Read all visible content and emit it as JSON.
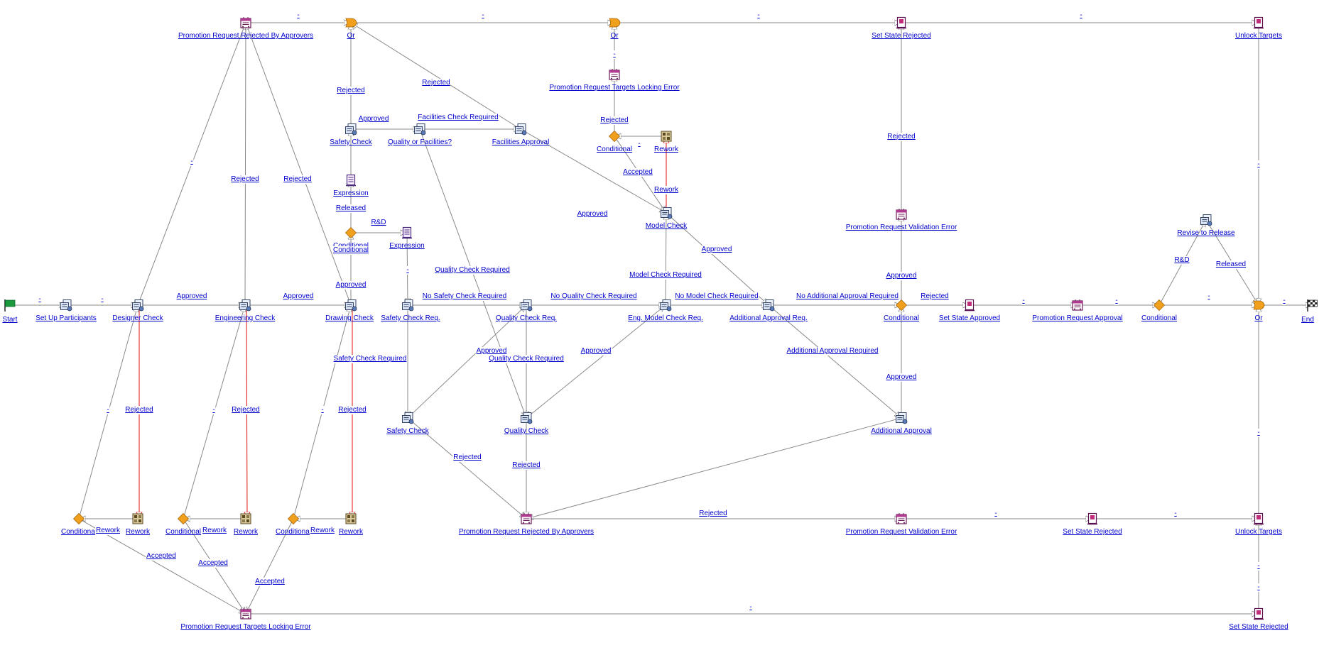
{
  "colors": {
    "link": "#0000cc",
    "edge": "#8a8a8a",
    "rework_edge": "#e01010",
    "conditional": "#f0a01c",
    "or_gate": "#f0a01c",
    "start_flag": "#1a9a3c"
  },
  "nodes": [
    {
      "id": "start",
      "type": "start",
      "icon": "start-flag-icon",
      "label": "Start"
    },
    {
      "id": "setup",
      "type": "activity",
      "icon": "activity-icon",
      "label": "Set Up Participants"
    },
    {
      "id": "designer",
      "type": "activity",
      "icon": "activity-icon",
      "label": "Designer Check"
    },
    {
      "id": "engineering",
      "type": "activity",
      "icon": "activity-icon",
      "label": "Engineering Check"
    },
    {
      "id": "drawing",
      "type": "activity",
      "icon": "activity-icon",
      "label": "Drawing Check"
    },
    {
      "id": "safetyreq",
      "type": "activity",
      "icon": "activity-icon",
      "label": "Safety Check Req."
    },
    {
      "id": "qualityreq",
      "type": "activity",
      "icon": "activity-icon",
      "label": "Quality Check Req."
    },
    {
      "id": "engmodelreq",
      "type": "activity",
      "icon": "activity-icon",
      "label": "Eng. Model Check Req."
    },
    {
      "id": "addlreq",
      "type": "activity",
      "icon": "activity-icon",
      "label": "Additional Approval Req."
    },
    {
      "id": "cond_main",
      "type": "conditional",
      "icon": "conditional-diamond-icon",
      "label": "Conditional"
    },
    {
      "id": "setapproved",
      "type": "setstate",
      "icon": "set-state-icon",
      "label": "Set State Approved"
    },
    {
      "id": "pr_approval",
      "type": "notification",
      "icon": "notification-icon",
      "label": "Promotion Request Approval"
    },
    {
      "id": "cond_release",
      "type": "conditional",
      "icon": "conditional-diamond-icon",
      "label": "Conditional"
    },
    {
      "id": "or_end",
      "type": "or",
      "icon": "or-gate-icon",
      "label": "Or"
    },
    {
      "id": "end",
      "type": "end",
      "icon": "end-flag-icon",
      "label": "End"
    },
    {
      "id": "revise",
      "type": "activity",
      "icon": "activity-icon",
      "label": "Revise to Release"
    },
    {
      "id": "pr_rej_top",
      "type": "notification",
      "icon": "notification-icon",
      "label": "Promotion Request Rejected By Approvers"
    },
    {
      "id": "or1",
      "type": "or",
      "icon": "or-gate-icon",
      "label": "Or"
    },
    {
      "id": "or2",
      "type": "or",
      "icon": "or-gate-icon",
      "label": "Or"
    },
    {
      "id": "setrej_top",
      "type": "setstate",
      "icon": "set-state-icon",
      "label": "Set State Rejected"
    },
    {
      "id": "unlock_top",
      "type": "setstate",
      "icon": "set-state-icon",
      "label": "Unlock Targets"
    },
    {
      "id": "safetycheck_top",
      "type": "activity",
      "icon": "activity-icon",
      "label": "Safety Check"
    },
    {
      "id": "qualorfac",
      "type": "activity",
      "icon": "activity-icon",
      "label": "Quality or Facilities?"
    },
    {
      "id": "facilities",
      "type": "activity",
      "icon": "activity-icon",
      "label": "Facilities Approval"
    },
    {
      "id": "expr1",
      "type": "expression",
      "icon": "expression-icon",
      "label": "Expression"
    },
    {
      "id": "cond_rd",
      "type": "conditional",
      "icon": "conditional-diamond-icon",
      "label": "Conditional"
    },
    {
      "id": "expr2",
      "type": "expression",
      "icon": "expression-icon",
      "label": "Expression"
    },
    {
      "id": "pr_lockerr_top",
      "type": "notification",
      "icon": "notification-icon",
      "label": "Promotion Request Targets Locking Error"
    },
    {
      "id": "cond_model",
      "type": "conditional",
      "icon": "conditional-diamond-icon",
      "label": "Conditional"
    },
    {
      "id": "rework_model",
      "type": "rework",
      "icon": "rework-icon",
      "label": "Rework"
    },
    {
      "id": "modelcheck",
      "type": "activity",
      "icon": "activity-icon",
      "label": "Model Check"
    },
    {
      "id": "pr_valerr_top",
      "type": "notification",
      "icon": "notification-icon",
      "label": "Promotion Request Validation Error"
    },
    {
      "id": "safetycheck_bot",
      "type": "activity",
      "icon": "activity-icon",
      "label": "Safety Check"
    },
    {
      "id": "qualitycheck",
      "type": "activity",
      "icon": "activity-icon",
      "label": "Quality Check"
    },
    {
      "id": "addlapproval",
      "type": "activity",
      "icon": "activity-icon",
      "label": "Additional Approval"
    },
    {
      "id": "cond_d",
      "type": "conditional",
      "icon": "conditional-diamond-icon",
      "label": "Conditional"
    },
    {
      "id": "rework_d",
      "type": "rework",
      "icon": "rework-icon",
      "label": "Rework"
    },
    {
      "id": "cond_e",
      "type": "conditional",
      "icon": "conditional-diamond-icon",
      "label": "Conditional"
    },
    {
      "id": "rework_e",
      "type": "rework",
      "icon": "rework-icon",
      "label": "Rework"
    },
    {
      "id": "cond_dr",
      "type": "conditional",
      "icon": "conditional-diamond-icon",
      "label": "Conditional"
    },
    {
      "id": "rework_dr",
      "type": "rework",
      "icon": "rework-icon",
      "label": "Rework"
    },
    {
      "id": "pr_rej_bot",
      "type": "notification",
      "icon": "notification-icon",
      "label": "Promotion Request Rejected By Approvers"
    },
    {
      "id": "pr_valerr_bot",
      "type": "notification",
      "icon": "notification-icon",
      "label": "Promotion Request Validation Error"
    },
    {
      "id": "setrej_bot",
      "type": "setstate",
      "icon": "set-state-icon",
      "label": "Set State Rejected"
    },
    {
      "id": "unlock_bot",
      "type": "setstate",
      "icon": "set-state-icon",
      "label": "Unlock Targets"
    },
    {
      "id": "pr_lockerr_bot",
      "type": "notification",
      "icon": "notification-icon",
      "label": "Promotion Request Targets Locking Error"
    },
    {
      "id": "setrej_bot2",
      "type": "setstate",
      "icon": "set-state-icon",
      "label": "Set State Rejected"
    }
  ],
  "edges": [
    {
      "from": "start",
      "to": "setup",
      "label": "-"
    },
    {
      "from": "setup",
      "to": "designer",
      "label": "-"
    },
    {
      "from": "designer",
      "to": "engineering",
      "label": "Approved"
    },
    {
      "from": "engineering",
      "to": "drawing",
      "label": "Approved"
    },
    {
      "from": "drawing",
      "to": "cond_rd",
      "label": "Approved"
    },
    {
      "from": "cond_rd",
      "to": "expr1",
      "label": "Conditional"
    },
    {
      "from": "cond_rd",
      "to": "expr2",
      "label": "R&D"
    },
    {
      "from": "expr1",
      "to": "safetycheck_top",
      "label": "Released"
    },
    {
      "from": "safetycheck_top",
      "to": "or1",
      "label": "Rejected"
    },
    {
      "from": "safetycheck_top",
      "to": "qualorfac",
      "label": "Approved"
    },
    {
      "from": "qualorfac",
      "to": "facilities",
      "label": "Facilities Check Required"
    },
    {
      "from": "facilities",
      "to": "or1",
      "label": "Rejected"
    },
    {
      "from": "qualorfac",
      "to": "qualitycheck",
      "label": "Quality Check Required"
    },
    {
      "from": "facilities",
      "to": "modelcheck",
      "label": "Approved"
    },
    {
      "from": "expr2",
      "to": "safetyreq",
      "label": "-"
    },
    {
      "from": "safetyreq",
      "to": "qualityreq",
      "label": "No Safety Check Required"
    },
    {
      "from": "safetyreq",
      "to": "safetycheck_bot",
      "label": "Safety Check Required"
    },
    {
      "from": "safetycheck_bot",
      "to": "qualityreq",
      "label": "Approved"
    },
    {
      "from": "qualityreq",
      "to": "engmodelreq",
      "label": "No Quality Check Required"
    },
    {
      "from": "qualityreq",
      "to": "qualitycheck",
      "label": "Quality Check Required"
    },
    {
      "from": "qualitycheck",
      "to": "engmodelreq",
      "label": "Approved"
    },
    {
      "from": "engmodelreq",
      "to": "addlreq",
      "label": "No Model Check Required"
    },
    {
      "from": "engmodelreq",
      "to": "modelcheck",
      "label": "Model Check Required"
    },
    {
      "from": "modelcheck",
      "to": "addlreq",
      "label": "Approved"
    },
    {
      "from": "modelcheck",
      "to": "rework_model",
      "label": "Rework"
    },
    {
      "from": "rework_model",
      "to": "cond_model",
      "label": "-"
    },
    {
      "from": "cond_model",
      "to": "modelcheck",
      "label": "Accepted"
    },
    {
      "from": "cond_model",
      "to": "pr_lockerr_top",
      "label": "Rejected"
    },
    {
      "from": "pr_lockerr_top",
      "to": "or2",
      "label": "-"
    },
    {
      "from": "addlreq",
      "to": "cond_main",
      "label": "No Additional Approval Required"
    },
    {
      "from": "addlreq",
      "to": "addlapproval",
      "label": "Additional Approval Required"
    },
    {
      "from": "addlapproval",
      "to": "cond_main",
      "label": "Approved"
    },
    {
      "from": "addlapproval",
      "to": "pr_rej_bot",
      "label": "Rejected"
    },
    {
      "from": "cond_main",
      "to": "setapproved",
      "label": "Approved"
    },
    {
      "from": "cond_main",
      "to": "pr_valerr_top",
      "label": "Rejected"
    },
    {
      "from": "pr_valerr_top",
      "to": "setrej_top",
      "label": "-"
    },
    {
      "from": "setapproved",
      "to": "pr_approval",
      "label": "-"
    },
    {
      "from": "pr_approval",
      "to": "cond_release",
      "label": "-"
    },
    {
      "from": "cond_release",
      "to": "or_end",
      "label": "R&D"
    },
    {
      "from": "cond_release",
      "to": "revise",
      "label": "Released"
    },
    {
      "from": "revise",
      "to": "or_end",
      "label": "-"
    },
    {
      "from": "or_end",
      "to": "end",
      "label": "-"
    },
    {
      "from": "pr_rej_top",
      "to": "or1",
      "label": "-"
    },
    {
      "from": "or1",
      "to": "or2",
      "label": "-"
    },
    {
      "from": "or2",
      "to": "setrej_top",
      "label": "-"
    },
    {
      "from": "setrej_top",
      "to": "unlock_top",
      "label": "-"
    },
    {
      "from": "unlock_top",
      "to": "or_end",
      "label": "-"
    },
    {
      "from": "designer",
      "to": "pr_rej_top",
      "label": "Rejected"
    },
    {
      "from": "engineering",
      "to": "pr_rej_top",
      "label": "Rejected"
    },
    {
      "from": "drawing",
      "to": "pr_rej_top",
      "label": "Rejected"
    },
    {
      "from": "designer",
      "to": "rework_d",
      "label": "Rework"
    },
    {
      "from": "rework_d",
      "to": "cond_d",
      "label": "-"
    },
    {
      "from": "cond_d",
      "to": "designer",
      "label": "Accepted"
    },
    {
      "from": "cond_d",
      "to": "pr_lockerr_bot",
      "label": "Rejected"
    },
    {
      "from": "engineering",
      "to": "rework_e",
      "label": "Rework"
    },
    {
      "from": "rework_e",
      "to": "cond_e",
      "label": "-"
    },
    {
      "from": "cond_e",
      "to": "engineering",
      "label": "Accepted"
    },
    {
      "from": "cond_e",
      "to": "pr_lockerr_bot",
      "label": "Rejected"
    },
    {
      "from": "drawing",
      "to": "rework_dr",
      "label": "Rework"
    },
    {
      "from": "rework_dr",
      "to": "cond_dr",
      "label": "-"
    },
    {
      "from": "cond_dr",
      "to": "drawing",
      "label": "Accepted"
    },
    {
      "from": "cond_dr",
      "to": "pr_lockerr_bot",
      "label": "Rejected"
    },
    {
      "from": "safetycheck_bot",
      "to": "pr_rej_bot",
      "label": "Rejected"
    },
    {
      "from": "qualitycheck",
      "to": "pr_rej_bot",
      "label": "Rejected"
    },
    {
      "from": "pr_rej_bot",
      "to": "pr_valerr_bot",
      "label": "-"
    },
    {
      "from": "pr_valerr_bot",
      "to": "setrej_bot",
      "label": "-"
    },
    {
      "from": "setrej_bot",
      "to": "unlock_bot",
      "label": "-"
    },
    {
      "from": "unlock_bot",
      "to": "or_end",
      "label": "-"
    },
    {
      "from": "pr_lockerr_bot",
      "to": "setrej_bot2",
      "label": "-"
    },
    {
      "from": "setrej_bot2",
      "to": "unlock_bot",
      "label": "-"
    }
  ]
}
